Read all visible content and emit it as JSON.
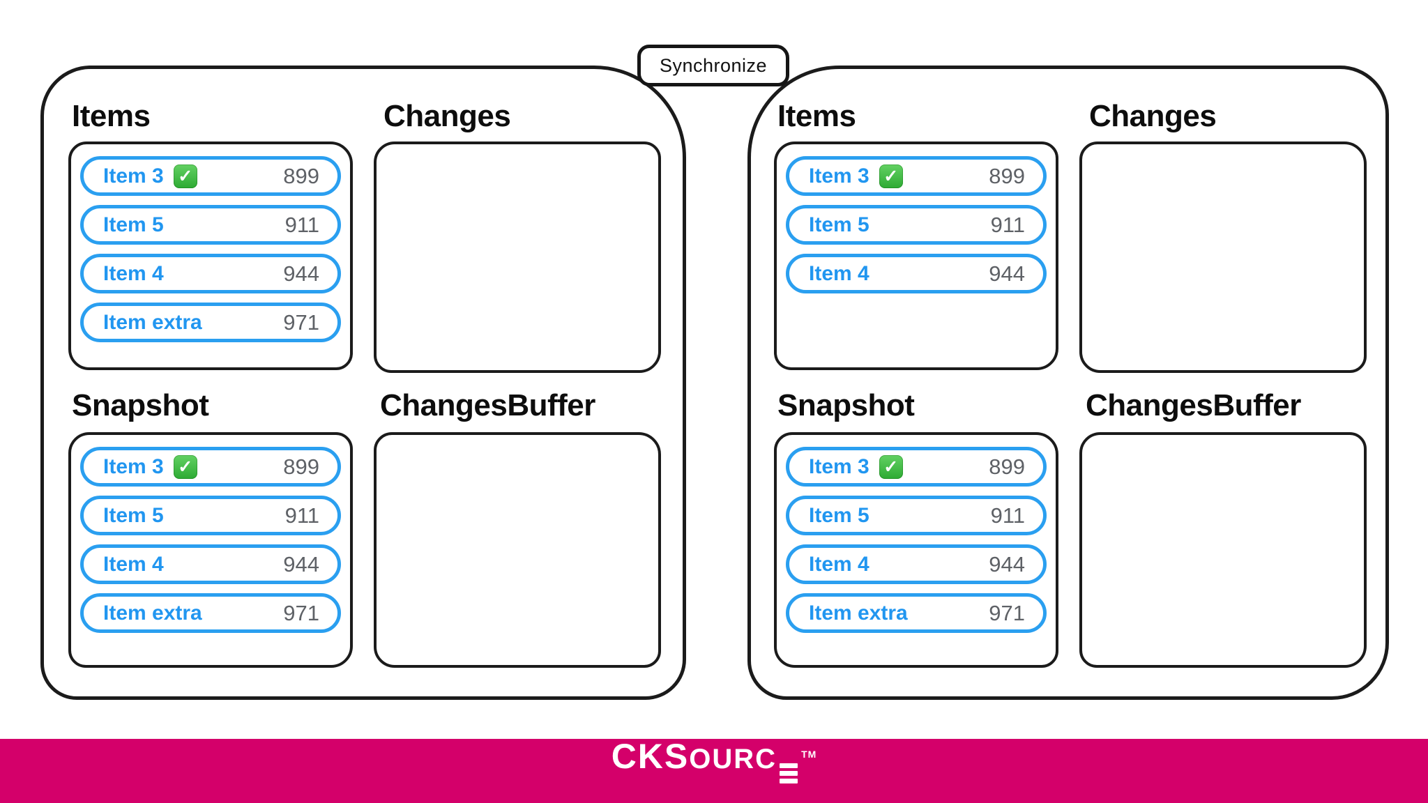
{
  "sync": {
    "label": "Synchronize"
  },
  "icons": {
    "check": "✓"
  },
  "colors": {
    "accent_blue": "#2a9ff0",
    "value_gray": "#5e6166",
    "check_green": "#2daa33",
    "stroke_black": "#1b1b1b",
    "brand_pink": "#d4006a"
  },
  "panels": [
    {
      "side": "left",
      "titles": {
        "items": "Items",
        "changes": "Changes",
        "snapshot": "Snapshot",
        "changes_buffer": "ChangesBuffer"
      },
      "items": [
        {
          "label": "Item 3",
          "value": "899",
          "checked": true
        },
        {
          "label": "Item 5",
          "value": "911",
          "checked": false
        },
        {
          "label": "Item 4",
          "value": "944",
          "checked": false
        },
        {
          "label": "Item extra",
          "value": "971",
          "checked": false
        }
      ],
      "changes": [],
      "snapshot": [
        {
          "label": "Item 3",
          "value": "899",
          "checked": true
        },
        {
          "label": "Item 5",
          "value": "911",
          "checked": false
        },
        {
          "label": "Item 4",
          "value": "944",
          "checked": false
        },
        {
          "label": "Item extra",
          "value": "971",
          "checked": false
        }
      ],
      "changes_buffer": []
    },
    {
      "side": "right",
      "titles": {
        "items": "Items",
        "changes": "Changes",
        "snapshot": "Snapshot",
        "changes_buffer": "ChangesBuffer"
      },
      "items": [
        {
          "label": "Item 3",
          "value": "899",
          "checked": true
        },
        {
          "label": "Item 5",
          "value": "911",
          "checked": false
        },
        {
          "label": "Item 4",
          "value": "944",
          "checked": false
        }
      ],
      "changes": [],
      "snapshot": [
        {
          "label": "Item 3",
          "value": "899",
          "checked": true
        },
        {
          "label": "Item 5",
          "value": "911",
          "checked": false
        },
        {
          "label": "Item 4",
          "value": "944",
          "checked": false
        },
        {
          "label": "Item extra",
          "value": "971",
          "checked": false
        }
      ],
      "changes_buffer": []
    }
  ],
  "footer": {
    "brand_main": "CKS",
    "brand_rest": "OURC",
    "trademark": "TM"
  }
}
